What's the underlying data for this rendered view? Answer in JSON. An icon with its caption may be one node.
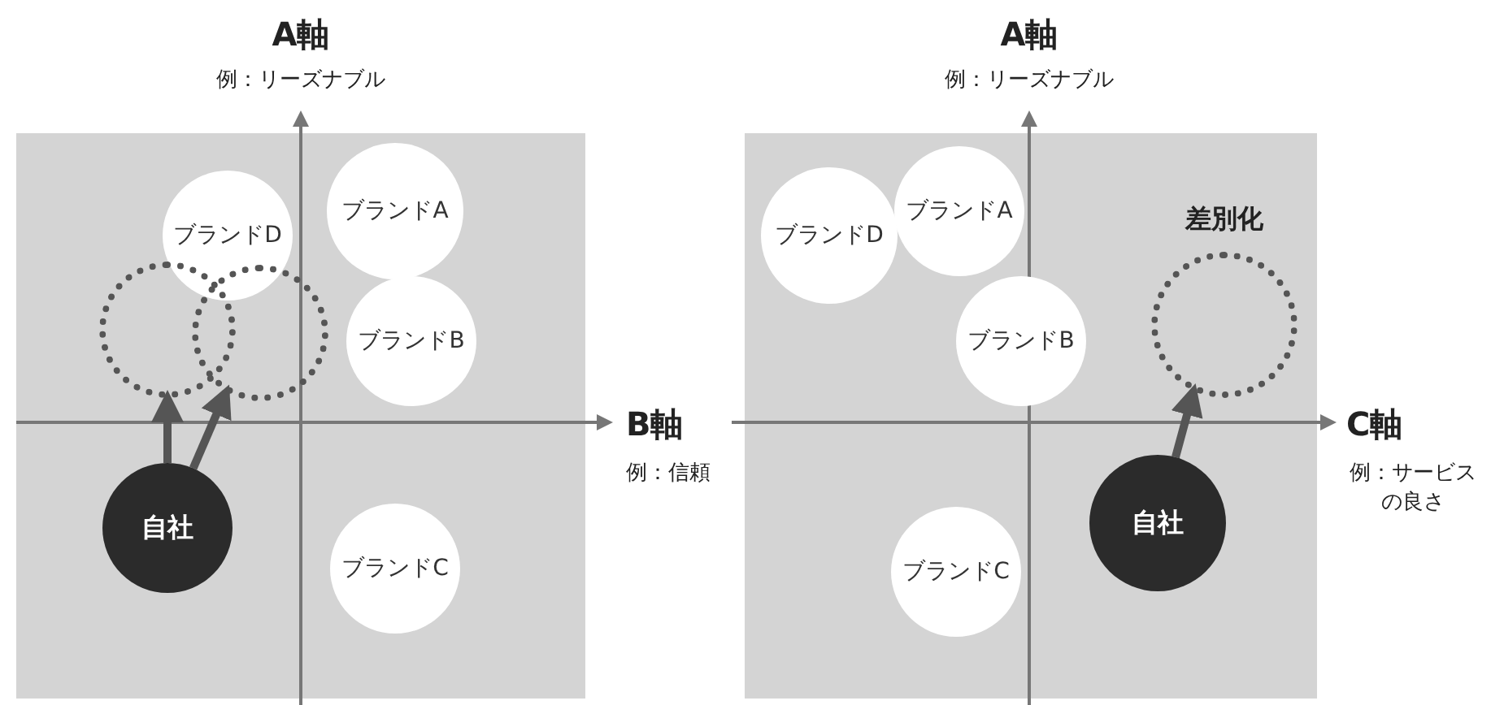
{
  "diagram": {
    "nodes": [
      {
        "text": [
          "ブランドD"
        ]
      },
      {
        "text": [
          "ブランドA"
        ]
      },
      {
        "text": [],
        "shape": "circle"
      },
      {
        "text": [],
        "shape": "circle"
      },
      {
        "text": [
          "ブランドB"
        ]
      },
      {
        "text": [
          "自社"
        ]
      },
      {
        "text": [
          "ブランドC"
        ]
      },
      {
        "text": [
          "ブランドD"
        ]
      },
      {
        "text": [
          "ブランドA"
        ]
      },
      {
        "text": [
          "差別化"
        ]
      },
      {
        "text": [
          "ブランドB"
        ]
      },
      {
        "text": [
          "自社"
        ]
      },
      {
        "text": [
          "ブランドC"
        ]
      }
    ],
    "edges": [
      {
        "from": 5,
        "to": 2,
        "arrow": "to"
      },
      {
        "from": 5,
        "to": 3,
        "arrow": "to"
      },
      {
        "from": 11,
        "to": 9,
        "arrow": "to"
      }
    ],
    "labels": [
      "A軸",
      "例：リーズナブル",
      "B軸",
      "例：信頼",
      "A軸",
      "例：リーズナブル",
      "C軸",
      "例：サービスの良さ"
    ]
  }
}
